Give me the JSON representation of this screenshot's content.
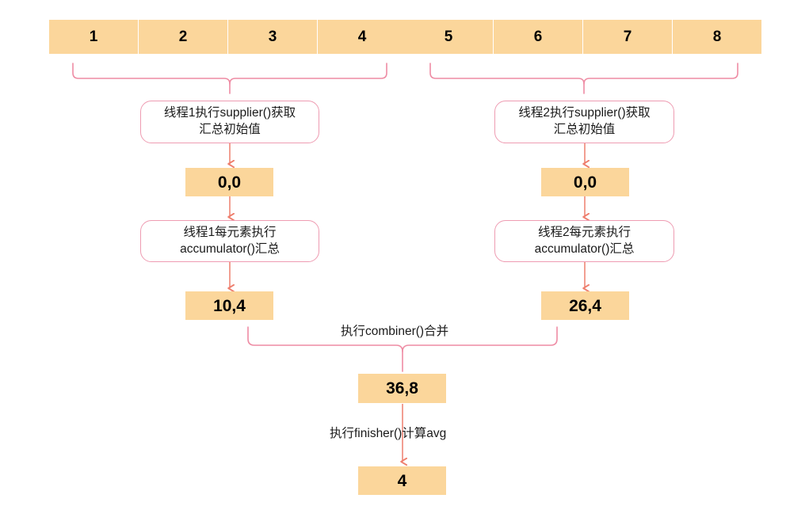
{
  "colors": {
    "box_fill": "#FBD69B",
    "process_border": "#EE9CB2",
    "brace": "#EE8CA4",
    "arrow": "#EE7F6E",
    "text": "#1a1a1a"
  },
  "stream": {
    "label": "source-elements",
    "cells": [
      "1",
      "2",
      "3",
      "4",
      "5",
      "6",
      "7",
      "8"
    ]
  },
  "threads": [
    {
      "id": "thread-1",
      "supplier_step": "线程1执行supplier()获取\n汇总初始值",
      "supplier_line1": "线程1执行supplier()获取",
      "supplier_line2": "汇总初始值",
      "initial_value": "0,0",
      "accumulator_step": "线程1每元素执行\naccumulator()汇总",
      "accumulator_line1": "线程1每元素执行",
      "accumulator_line2": "accumulator()汇总",
      "partial_result": "10,4"
    },
    {
      "id": "thread-2",
      "supplier_step": "线程2执行supplier()获取\n汇总初始值",
      "supplier_line1": "线程2执行supplier()获取",
      "supplier_line2": "汇总初始值",
      "initial_value": "0,0",
      "accumulator_step": "线程2每元素执行\naccumulator()汇总",
      "accumulator_line1": "线程2每元素执行",
      "accumulator_line2": "accumulator()汇总",
      "partial_result": "26,4"
    }
  ],
  "combine": {
    "label": "执行combiner()合并",
    "result": "36,8"
  },
  "finish": {
    "label": "执行finisher()计算avg",
    "result": "4"
  }
}
